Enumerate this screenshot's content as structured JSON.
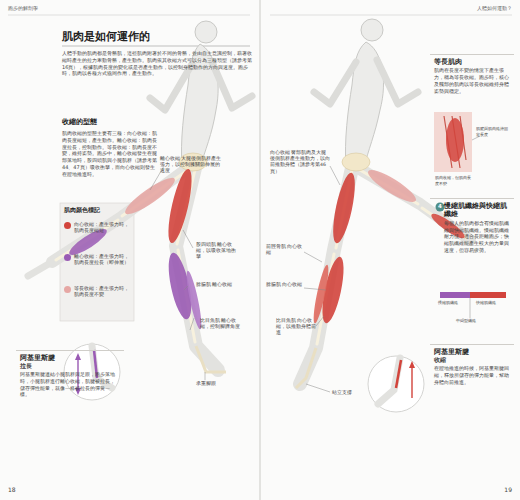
{
  "diagram": {
    "title": "肌肉是如何運作的",
    "nodes": [
      {
        "text": [
          "阿基里斯腱",
          "拉長",
          "阿基里斯腱連結小腿肌群與足跟，跑步落地時，小腿肌群進行離心收縮，肌腱被拉長，儲存彈性能量，就像一條被拉長的彈簧一樣。"
        ]
      },
      {
        "text": [
          "等長肌肉",
          "肌肉在長度不變的情況下產生張力，稱為等長收縮。跑步時，核心及髖部的肌肉以等長收縮維持身體姿勢與穩定。"
        ]
      },
      {
        "text": [
          "慢縮肌纖維與快縮肌纖維",
          "每個人的肌肉都含有慢縮肌纖維與快縮肌纖維。慢縮肌纖維耐力佳，適合長距離跑步；快縮肌纖維能產生較大的力量與速度，但容易疲勞。"
        ]
      },
      {
        "text": [
          "阿基里斯腱",
          "收縮",
          "在蹬地推進的時候，阿基里斯腱回縮，釋放所儲存的彈力能量，幫助身體向前推進。"
        ]
      }
    ],
    "labels": [
      "跑步的解剖學",
      "人體如何運動？",
      "人體手動的肌肉都是骨骼肌，這些肌肉附著於不同的骨骼，並由自主意識控制，藉著收縮時產生的拉力牽動骨骼，產生動作。肌肉依其收縮方式可以分為三種類型（請參考第16頁），根據肌肉長度的變化或是否產生動作，以控制身體動作的方向與速度。跑步時，肌肉以各種方式協同作用，產生動作。",
      "收縮的型態",
      "肌肉收縮的型態主要有三種：向心收縮：肌肉長度縮短，產生動作。離心收縮：肌肉長度拉長，控制動作。等長收縮：肌肉長度不變，維持姿勢。跑步中，離心收縮發生在腿部落地時，股四頭肌與小腿肌群（請參考第44、47頁）吸收衝擊，而向心收縮則發生在蹬地推進時。",
      "肌肉顏色標記",
      "離心收縮 大腿後側肌群產生張力，以控制膝關節伸展的速度",
      "股四頭肌 離心收縮，以吸收落地衝擊",
      "腓腸肌 離心收縮",
      "比目魚肌 離心收縮，控制腳踝角度",
      "承重腳跟",
      "向心收縮 臀部肌肉及大腿後側肌群產生推動力，以向前推動身體（請參考第46頁）",
      "前脛骨肌 向心收縮",
      "腓腸肌 向心收縮",
      "比目魚肌 向心收縮，以推動身體前進",
      "站立支撐",
      "肌肉收縮，但肌肉長度不變",
      "肌腱與肌肉維持固定長度",
      "4",
      "慢縮肌纖維",
      "快縮肌纖維",
      "中間型纖維",
      "18",
      "19"
    ],
    "legend": [
      {
        "text": "向心收縮：產生張力時，肌肉長度縮短",
        "color": "#d2443c"
      },
      {
        "text": "離心收縮：產生張力時，肌肉長度拉長（即伸展）",
        "color": "#9a5bb4"
      },
      {
        "text": "等長收縮：產生張力時，肌肉長度不變",
        "color": "#e6a7a4"
      }
    ]
  }
}
